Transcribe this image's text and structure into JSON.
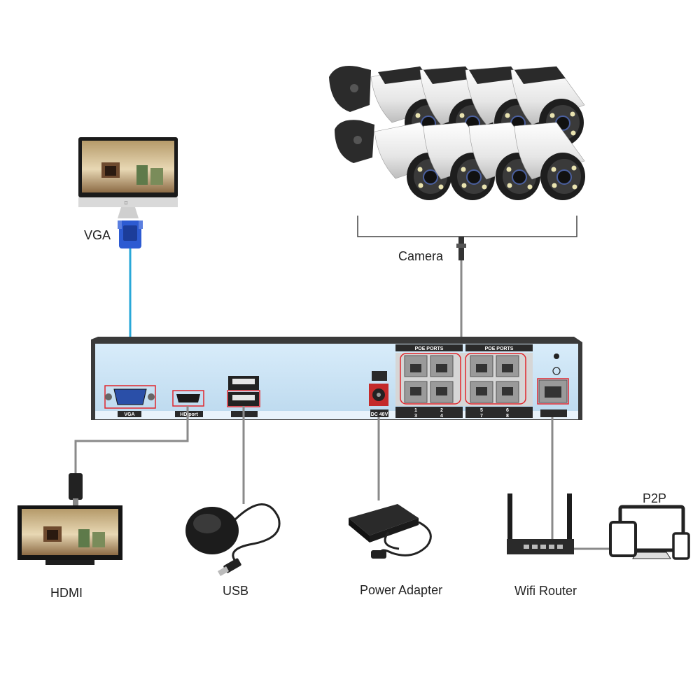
{
  "labels": {
    "vga": "VGA",
    "camera": "Camera",
    "hdmi": "HDMI",
    "usb": "USB",
    "power_adapter": "Power Adapter",
    "wifi_router": "Wifi Router",
    "p2p": "P2P"
  },
  "nvr_panel": {
    "vga_port": "VGA",
    "hd_port": "HD port",
    "dc_port": "DC 48V",
    "poe_group_1": "POE PORTS",
    "poe_group_2": "POE PORTS",
    "port_numbers_top": [
      "1",
      "2",
      "5",
      "6"
    ],
    "port_numbers_bottom": [
      "3",
      "4",
      "7",
      "8"
    ]
  },
  "colors": {
    "vga_cable": "#29a8d8",
    "cable": "#8a8a8a",
    "highlight": "#e0262c",
    "panel": "#c9e3f5"
  }
}
